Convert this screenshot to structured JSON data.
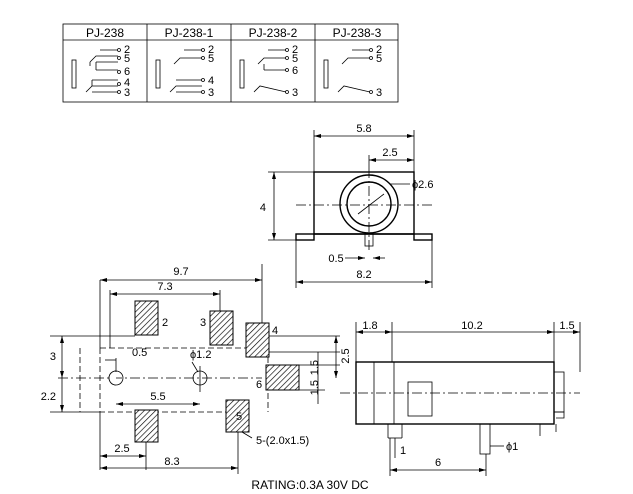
{
  "schematic_table": {
    "models": [
      {
        "name": "PJ-238",
        "pins": [
          "2",
          "5",
          "6",
          "4",
          "3"
        ]
      },
      {
        "name": "PJ-238-1",
        "pins": [
          "2",
          "5",
          "4",
          "3"
        ]
      },
      {
        "name": "PJ-238-2",
        "pins": [
          "2",
          "5",
          "6",
          "3"
        ]
      },
      {
        "name": "PJ-238-3",
        "pins": [
          "2",
          "5",
          "3"
        ]
      }
    ]
  },
  "front_view": {
    "dims": {
      "width_top": "5.8",
      "offset": "2.5",
      "hole_dia": "ϕ2.6",
      "height": "4",
      "pin": "0.5",
      "base": "8.2"
    }
  },
  "footprint": {
    "dims": {
      "total": "9.7",
      "mid": "7.3",
      "left_h": "3",
      "left_v": "2.2",
      "hole_off": "0.5",
      "hole_dia": "ϕ1.2",
      "pitch": "5.5",
      "bot_off": "2.5",
      "bot_len": "8.3",
      "right_a": "1.5",
      "right_b": "2.5",
      "right_c": "1.5",
      "pad_note": "5-(2.0x1.5)"
    },
    "pins": [
      "2",
      "3",
      "4",
      "6",
      "5"
    ]
  },
  "side_view": {
    "dims": {
      "left": "1.8",
      "body": "10.2",
      "right": "1.5",
      "pin_dia": "ϕ1",
      "pin_w": "1",
      "pin_pos": "6"
    }
  },
  "rating": "RATING:0.3A 30V DC"
}
